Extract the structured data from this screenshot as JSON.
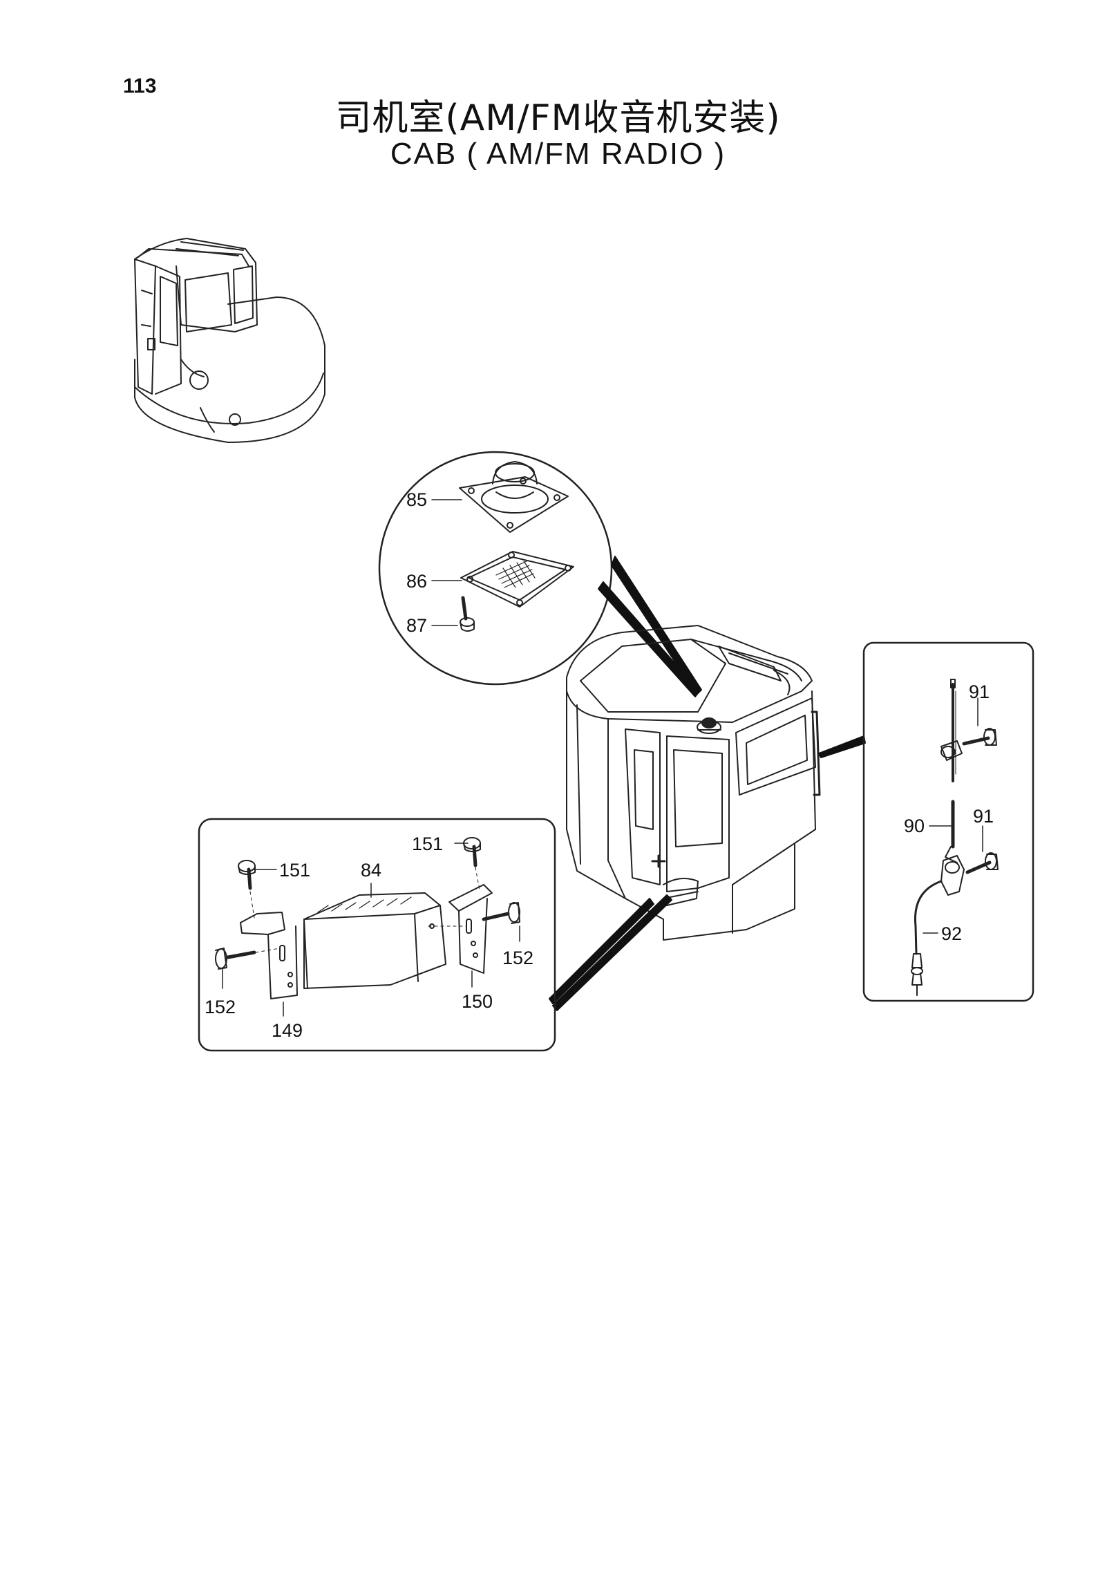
{
  "page_number": "113",
  "title_cn": "司机室(AM/FM收音机安装)",
  "title_en": "CAB ( AM/FM  RADIO )",
  "callouts": {
    "p84": "84",
    "p85": "85",
    "p86": "86",
    "p87": "87",
    "p90": "90",
    "p91a": "91",
    "p91b": "91",
    "p92": "92",
    "p149": "149",
    "p150": "150",
    "p151a": "151",
    "p151b": "151",
    "p152a": "152",
    "p152b": "152"
  }
}
